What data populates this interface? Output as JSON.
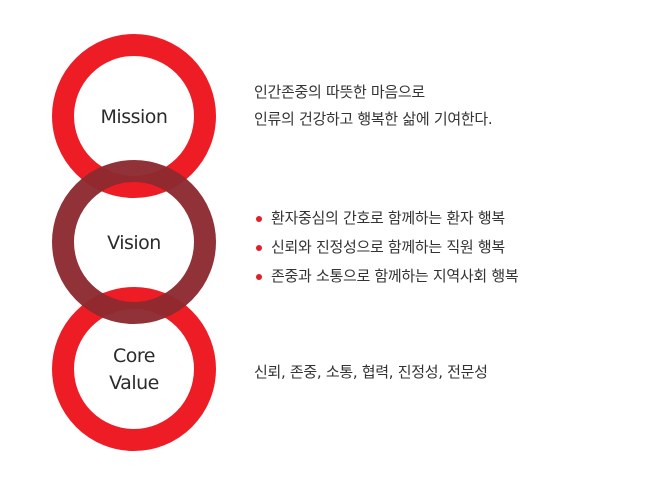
{
  "colors": {
    "ring_red": "#ee1c25",
    "ring_dark": "#8c2a30",
    "bullet": "#e21e26"
  },
  "rings": {
    "mission_label": "Mission",
    "vision_label": "Vision",
    "core_label_line1": "Core",
    "core_label_line2": "Value"
  },
  "mission": {
    "lines": [
      "인간존중의 따뜻한 마음으로",
      "인류의 건강하고 행복한 삶에 기여한다."
    ]
  },
  "vision": {
    "items": [
      "환자중심의 간호로 함께하는 환자 행복",
      "신뢰와 진정성으로 함께하는 직원 행복",
      "존중과 소통으로 함께하는 지역사회 행복"
    ]
  },
  "core_value": {
    "text": "신뢰, 존중, 소통, 협력, 진정성, 전문성"
  }
}
